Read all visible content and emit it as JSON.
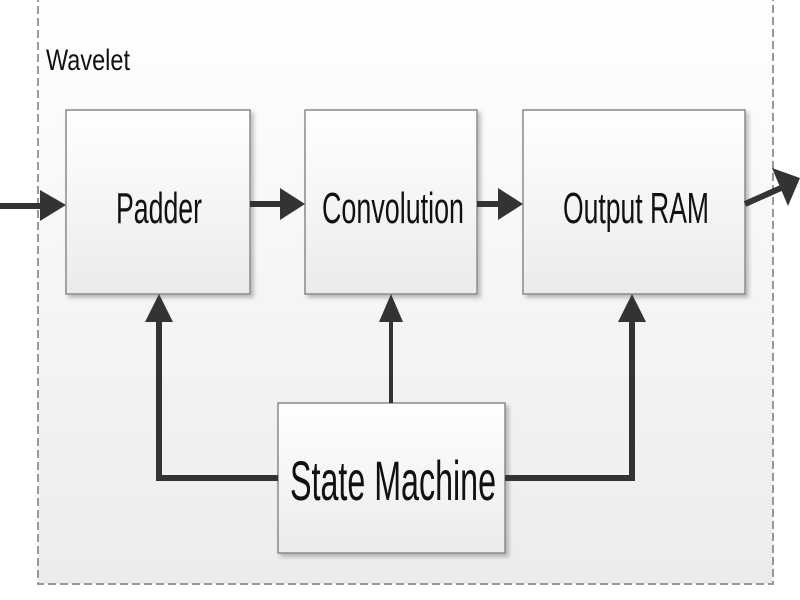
{
  "container": {
    "title": "Wavelet"
  },
  "blocks": {
    "padder": "Padder",
    "convolution": "Convolution",
    "output_ram": "Output RAM",
    "state_machine": "State Machine"
  },
  "colors": {
    "block_fill_top": "#ffffff",
    "block_fill_bottom": "#ebebeb",
    "border": "#8a8a8a",
    "arrow": "#333333",
    "dashed_border": "#999999"
  }
}
